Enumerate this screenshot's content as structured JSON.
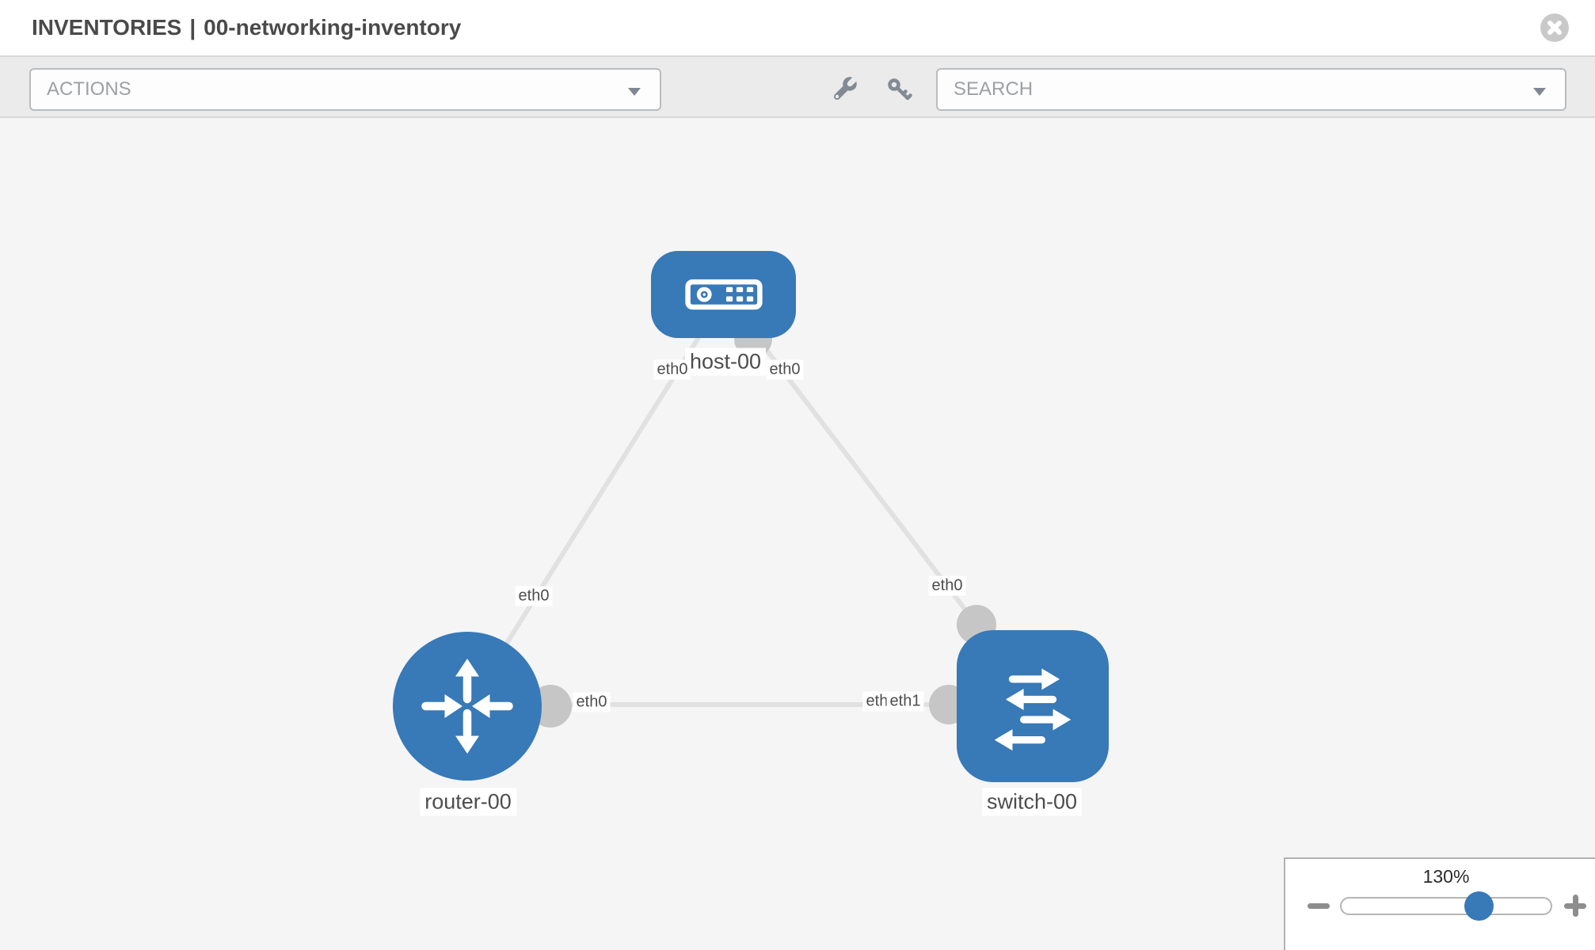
{
  "header": {
    "section": "INVENTORIES",
    "separator": "|",
    "inventory_name": "00-networking-inventory"
  },
  "toolbar": {
    "actions": {
      "placeholder": "ACTIONS"
    },
    "search": {
      "placeholder": "SEARCH"
    },
    "tools": [
      {
        "icon": "wrench-icon"
      },
      {
        "icon": "key-icon"
      }
    ]
  },
  "topology": {
    "nodes": [
      {
        "name": "host-00",
        "type": "host",
        "shape": "rounded-rect",
        "icon": "server-icon"
      },
      {
        "name": "router-00",
        "type": "router",
        "shape": "circle",
        "icon": "router-arrows-icon"
      },
      {
        "name": "switch-00",
        "type": "switch",
        "shape": "rounded-square",
        "icon": "switch-arrows-icon"
      }
    ],
    "links": [
      {
        "from": "host-00",
        "from_interface": "eth0",
        "to": "router-00",
        "to_interface": "eth0"
      },
      {
        "from": "host-00",
        "from_interface": "eth0",
        "to": "switch-00",
        "to_interface": "eth0"
      },
      {
        "from": "router-00",
        "from_interface": "eth0",
        "to": "switch-00",
        "to_interface": "eth1",
        "to_interface_overlapped": "eth0"
      }
    ]
  },
  "zoom_control": {
    "level": "130%"
  },
  "colors": {
    "node_fill": "#3879b7",
    "link_stroke": "#e1e1e1",
    "endpoint_fill": "#c6c6c6",
    "canvas_background": "#f5f5f6",
    "toolbar_background": "#ebebec",
    "slider_thumb": "#3879b7"
  }
}
